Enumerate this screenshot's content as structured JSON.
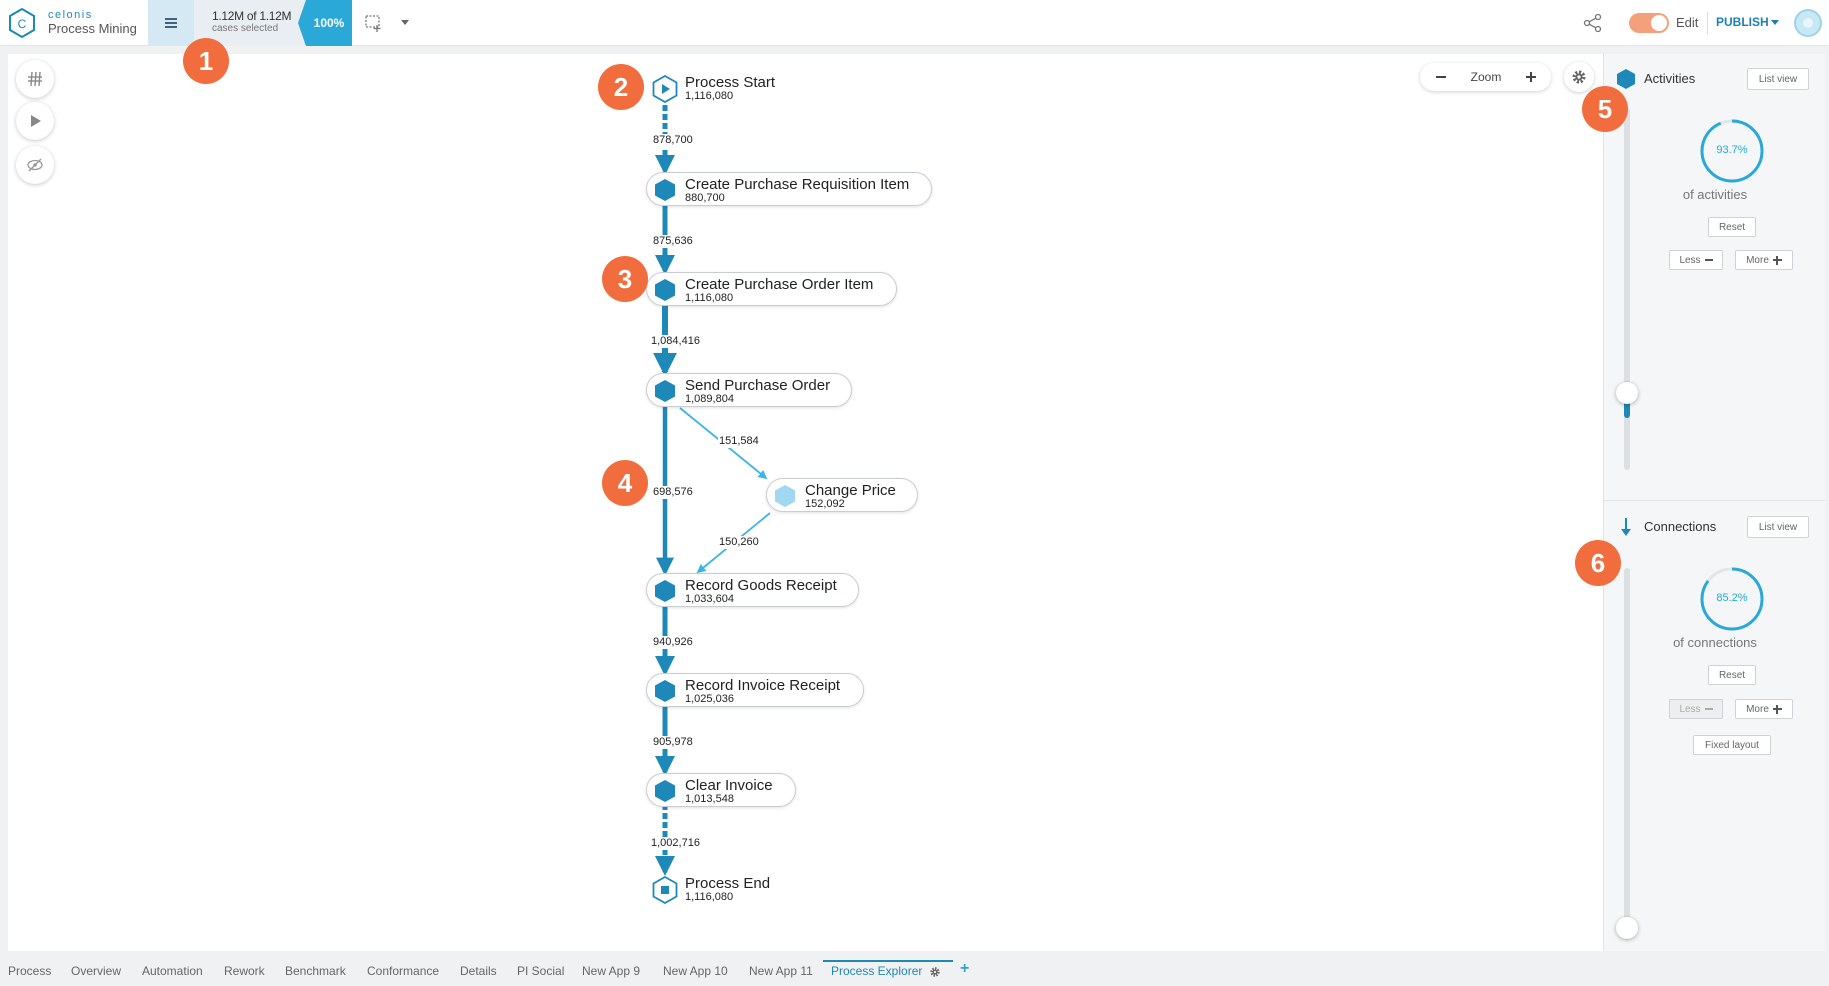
{
  "app": {
    "brand_name": "celonis",
    "product": "Process Mining",
    "cases_main": "1.12M of 1.12M",
    "cases_sub": "cases selected",
    "cases_percent": "100%",
    "edit_label": "Edit",
    "publish_label": "PUBLISH",
    "edit_mode_on": true
  },
  "canvas": {
    "zoom_label": "Zoom"
  },
  "callouts": [
    "1",
    "2",
    "3",
    "4",
    "5",
    "6"
  ],
  "process": {
    "nodes": [
      {
        "id": "start",
        "name": "Process Start",
        "count": "1,116,080"
      },
      {
        "id": "cpri",
        "name": "Create Purchase Requisition Item",
        "count": "880,700"
      },
      {
        "id": "cpoi",
        "name": "Create Purchase Order Item",
        "count": "1,116,080"
      },
      {
        "id": "spo",
        "name": "Send Purchase Order",
        "count": "1,089,804"
      },
      {
        "id": "cp",
        "name": "Change Price",
        "count": "152,092"
      },
      {
        "id": "rgr",
        "name": "Record Goods Receipt",
        "count": "1,033,604"
      },
      {
        "id": "rir",
        "name": "Record Invoice Receipt",
        "count": "1,025,036"
      },
      {
        "id": "ci",
        "name": "Clear Invoice",
        "count": "1,013,548"
      },
      {
        "id": "end",
        "name": "Process End",
        "count": "1,116,080"
      }
    ],
    "edges": [
      {
        "from": "start",
        "to": "cpri",
        "label": "878,700"
      },
      {
        "from": "cpri",
        "to": "cpoi",
        "label": "875,636"
      },
      {
        "from": "cpoi",
        "to": "spo",
        "label": "1,084,416"
      },
      {
        "from": "spo",
        "to": "cp",
        "label": "151,584"
      },
      {
        "from": "spo",
        "to": "rgr",
        "label": "698,576"
      },
      {
        "from": "cp",
        "to": "rgr",
        "label": "150,260"
      },
      {
        "from": "rgr",
        "to": "rir",
        "label": "940,926"
      },
      {
        "from": "rir",
        "to": "ci",
        "label": "905,978"
      },
      {
        "from": "ci",
        "to": "end",
        "label": "1,002,716"
      }
    ]
  },
  "activities_panel": {
    "title": "Activities",
    "list_view": "List view",
    "percent": "93.7%",
    "percent_value": 93.7,
    "caption": "of activities",
    "reset": "Reset",
    "less": "Less",
    "more": "More",
    "slider_level": 0.08
  },
  "connections_panel": {
    "title": "Connections",
    "list_view": "List view",
    "percent": "85.2%",
    "percent_value": 85.2,
    "caption": "of connections",
    "reset": "Reset",
    "less": "Less",
    "more": "More",
    "fixed_layout": "Fixed layout",
    "slider_level": 0.0
  },
  "tabs": [
    {
      "label": "Process"
    },
    {
      "label": "Overview"
    },
    {
      "label": "Automation"
    },
    {
      "label": "Rework"
    },
    {
      "label": "Benchmark"
    },
    {
      "label": "Conformance"
    },
    {
      "label": "Details"
    },
    {
      "label": "PI Social"
    },
    {
      "label": "New App 9"
    },
    {
      "label": "New App 10"
    },
    {
      "label": "New App 11"
    },
    {
      "label": "Process Explorer",
      "active": true
    }
  ],
  "colors": {
    "accent": "#1e88b8",
    "accent_light": "#2aa8d8",
    "callout": "#f26d3d",
    "hex_light": "#9fd8f0"
  }
}
